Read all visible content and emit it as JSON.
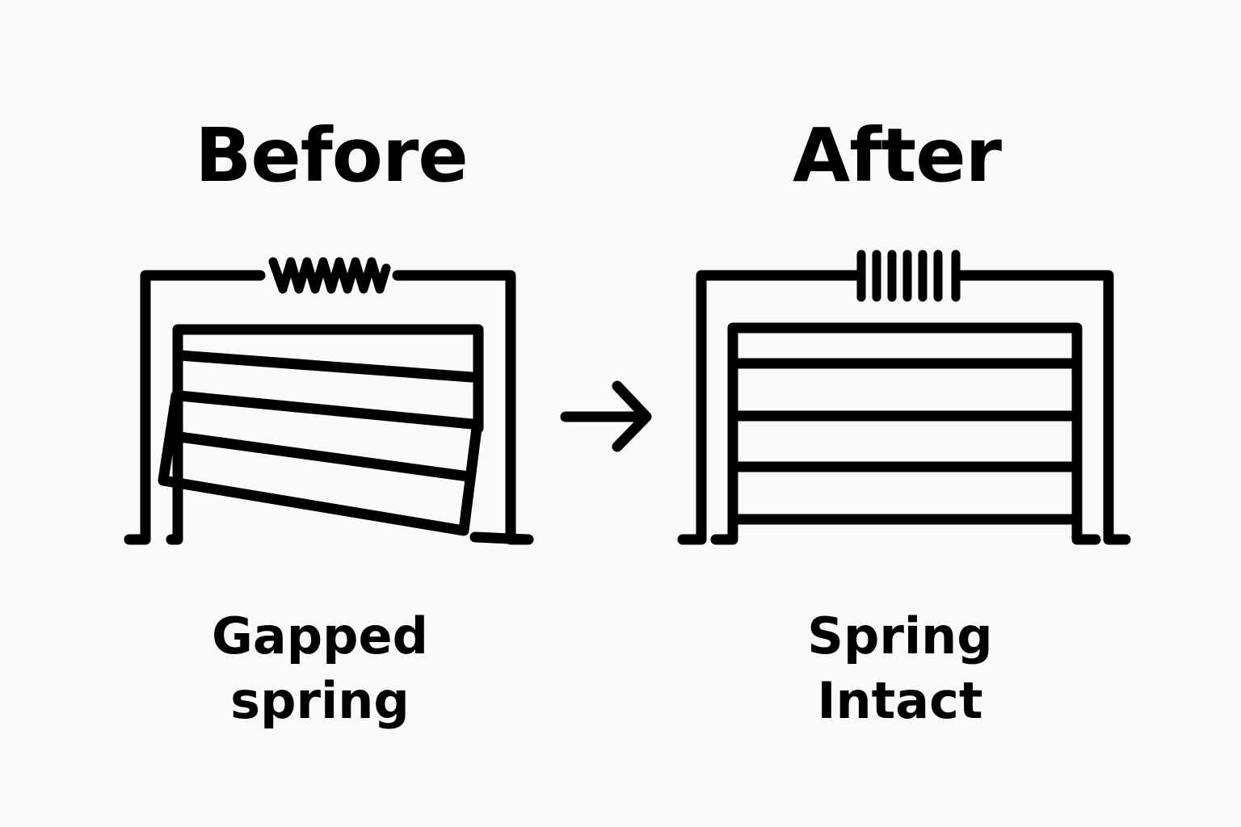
{
  "before": {
    "heading": "Before",
    "caption_line1": "Gapped",
    "caption_line2": "spring"
  },
  "after": {
    "heading": "After",
    "caption_line1": "Spring",
    "caption_line2": "Intact"
  },
  "icons": {
    "before_door": "broken-garage-door-icon",
    "transition": "arrow-right-icon",
    "after_door": "intact-garage-door-icon"
  },
  "colors": {
    "background": "#fbfaf8",
    "ink": "#000000"
  }
}
